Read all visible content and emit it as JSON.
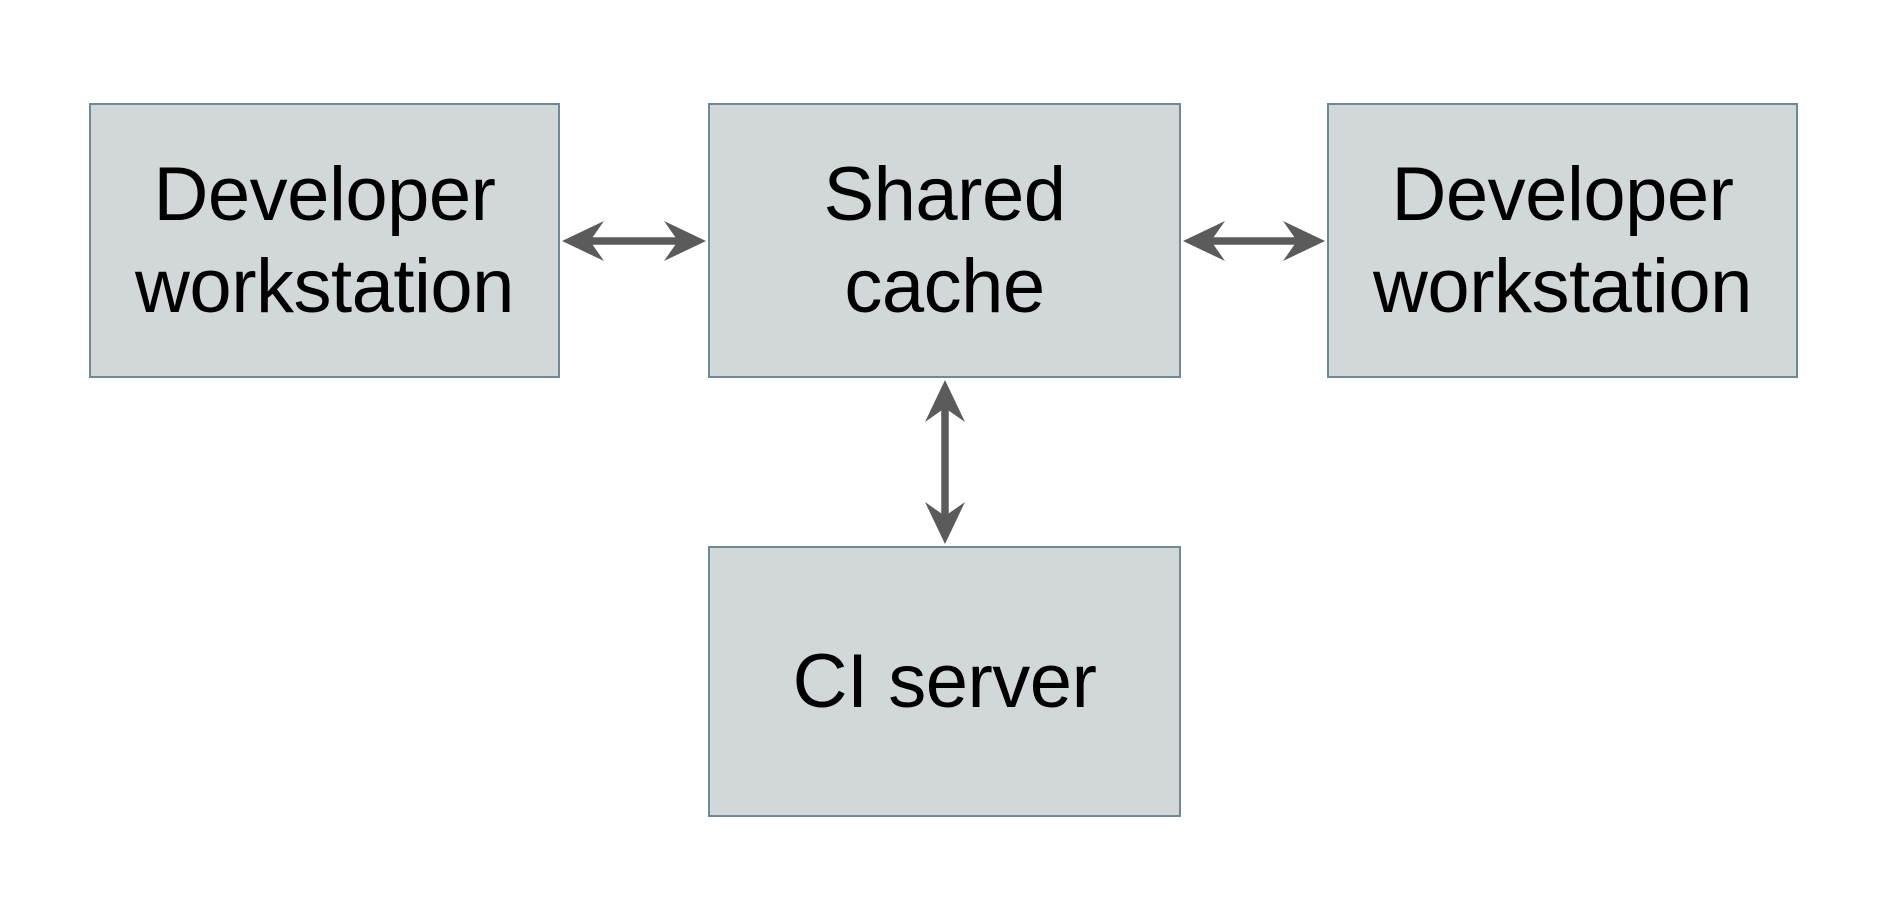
{
  "diagram": {
    "nodes": [
      {
        "id": "developer-workstation-left",
        "label": "Developer\nworkstation"
      },
      {
        "id": "shared-cache",
        "label": "Shared\ncache"
      },
      {
        "id": "developer-workstation-right",
        "label": "Developer\nworkstation"
      },
      {
        "id": "ci-server",
        "label": "CI server"
      }
    ],
    "edges": [
      {
        "from": "developer-workstation-left",
        "to": "shared-cache",
        "direction": "bidirectional"
      },
      {
        "from": "shared-cache",
        "to": "developer-workstation-right",
        "direction": "bidirectional"
      },
      {
        "from": "shared-cache",
        "to": "ci-server",
        "direction": "bidirectional"
      }
    ]
  },
  "colors": {
    "background": "#ffffff",
    "node_fill": "#d2d8da",
    "node_border": "#6f8995",
    "arrow": "#5b5b5b",
    "text": "#000000"
  }
}
